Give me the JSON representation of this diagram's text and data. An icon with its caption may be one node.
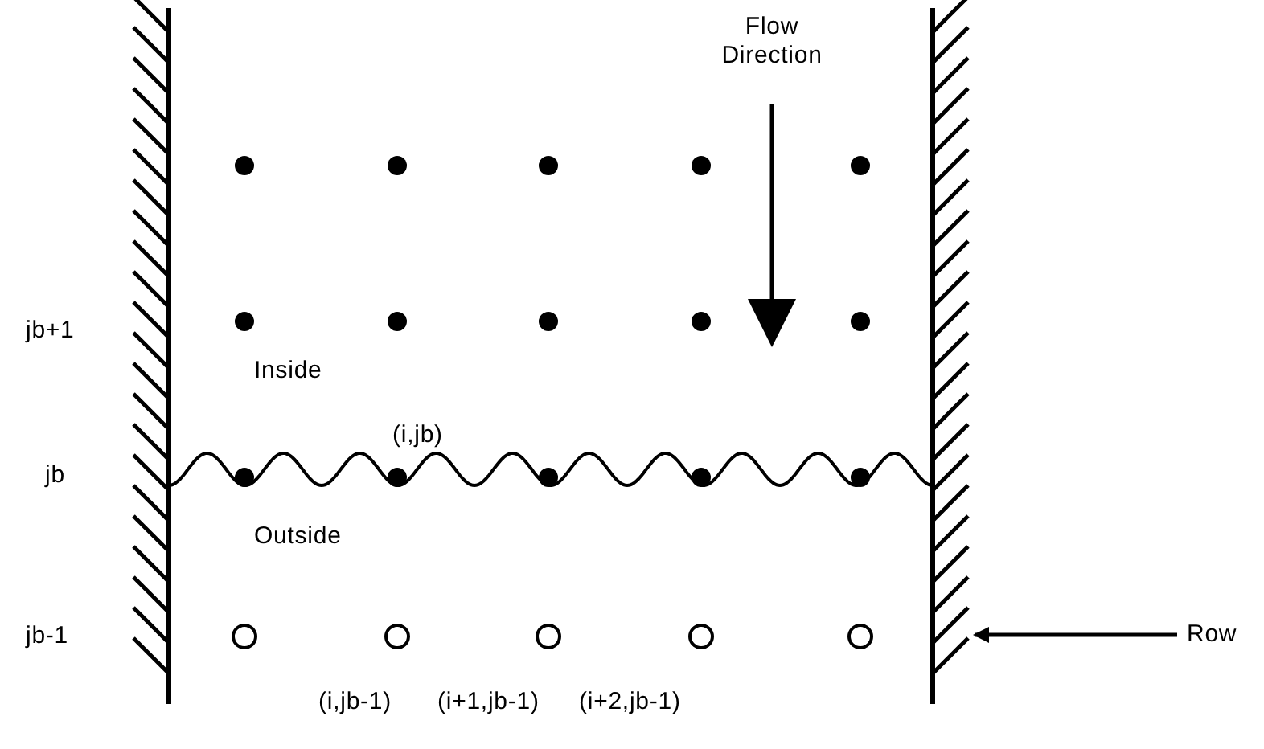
{
  "diagram": {
    "nodes": [
      {
        "text": [],
        "shape": "bar"
      },
      {
        "text": [],
        "shape": "bar"
      },
      {
        "text": [
          "Row"
        ]
      }
    ],
    "edges": [
      {
        "from": 2,
        "to": 1,
        "arrow": "to"
      }
    ],
    "labels": [
      "Flow Direction",
      "jb+1",
      "Inside",
      "(i,jb)",
      "jb",
      "Outside",
      "jb-1",
      "(i,jb-1)",
      "(i+1,jb-1)",
      "(i+2,jb-1)"
    ]
  }
}
